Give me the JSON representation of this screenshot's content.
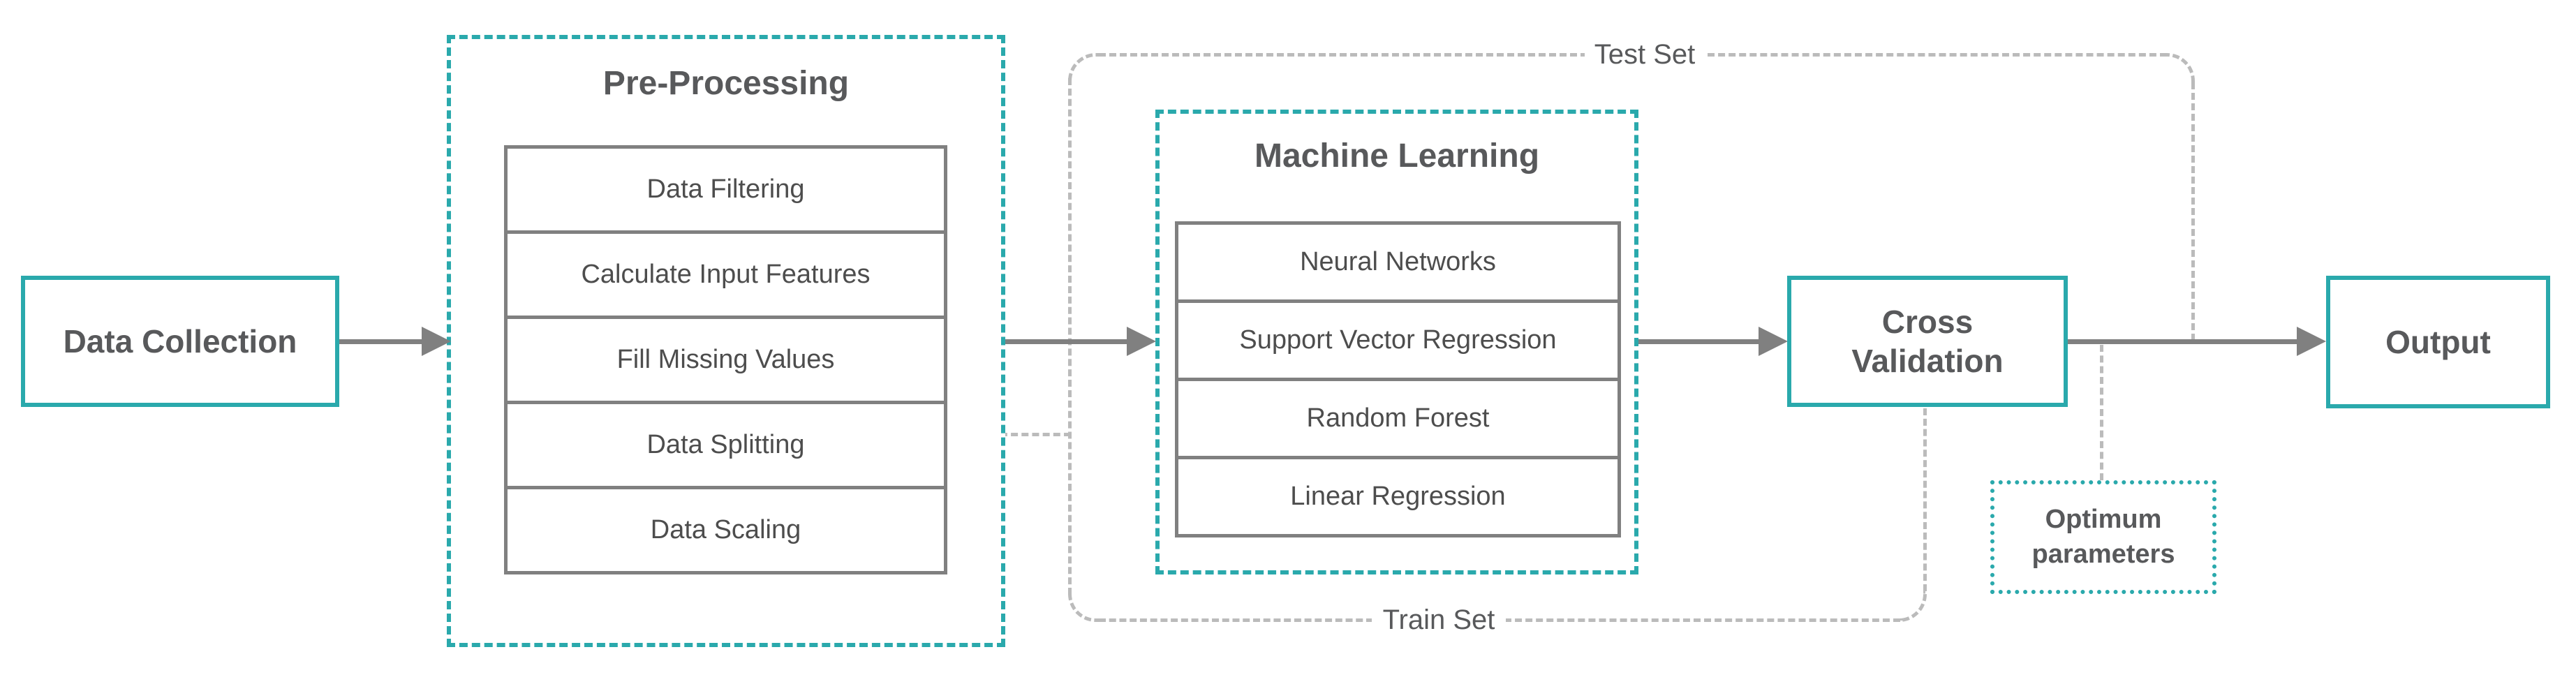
{
  "nodes": {
    "data_collection": {
      "label": "Data Collection"
    },
    "pre_processing": {
      "title": "Pre-Processing",
      "steps": [
        "Data Filtering",
        "Calculate Input Features",
        "Fill Missing Values",
        "Data Splitting",
        "Data Scaling"
      ]
    },
    "machine_learning": {
      "title": "Machine Learning",
      "models": [
        "Neural Networks",
        "Support Vector Regression",
        "Random Forest",
        "Linear Regression"
      ]
    },
    "cross_validation": {
      "label": "Cross Validation"
    },
    "output": {
      "label": "Output"
    },
    "optimum_parameters": {
      "label": "Optimum parameters"
    }
  },
  "flow_labels": {
    "test_set": "Test Set",
    "train_set": "Train Set"
  },
  "colors": {
    "accent_teal": "#2AA9AC",
    "line_gray": "#808080",
    "connector_gray": "#BBBBBB",
    "title_text": "#58595B",
    "item_text": "#4D4D4D"
  }
}
